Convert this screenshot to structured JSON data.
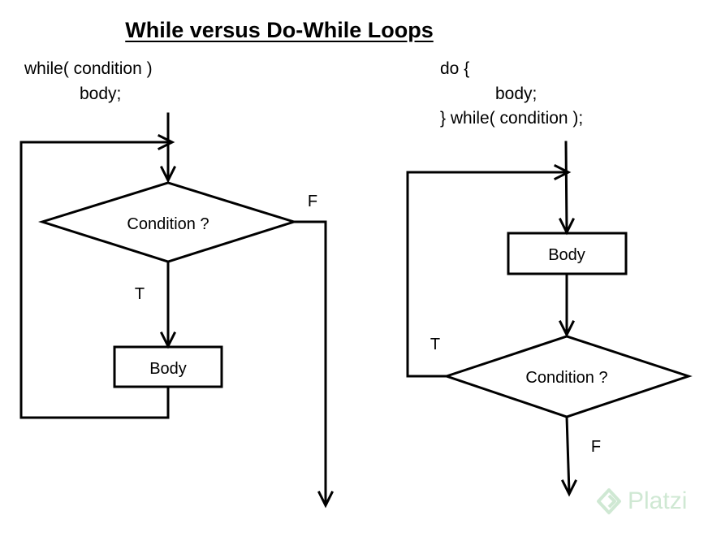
{
  "title": "While versus Do-While Loops",
  "while_code": {
    "line1": "while( condition )",
    "line2": "body;"
  },
  "dowhile_code": {
    "line1": "do {",
    "line2": "body;",
    "line3": "} while( condition );"
  },
  "while_diagram": {
    "condition": "Condition ?",
    "body": "Body",
    "true_label": "T",
    "false_label": "F"
  },
  "dowhile_diagram": {
    "body": "Body",
    "condition": "Condition ?",
    "true_label": "T",
    "false_label": "F"
  },
  "watermark": "Platzi"
}
